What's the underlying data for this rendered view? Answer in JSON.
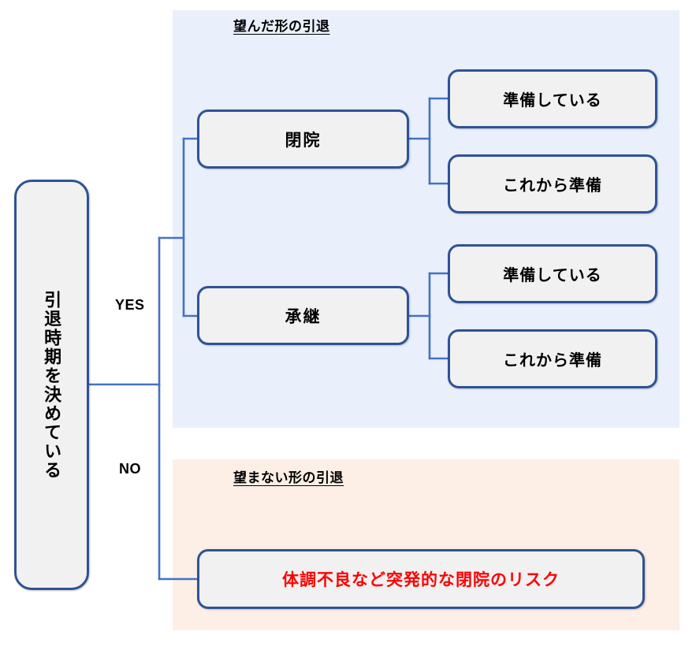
{
  "diagram": {
    "type": "decision-tree",
    "root": {
      "label": "引退時期を決めている",
      "orientation": "vertical-text"
    },
    "branches": [
      {
        "key": "yes",
        "label": "YES",
        "panel_title": "望んだ形の引退",
        "panel_color": "#e9f0fb"
      },
      {
        "key": "no",
        "label": "NO",
        "panel_title": "望まない形の引退",
        "panel_color": "#fdeee6"
      }
    ],
    "yes_nodes": [
      {
        "label": "閉院",
        "children": [
          {
            "label": "準備している"
          },
          {
            "label": "これから準備"
          }
        ]
      },
      {
        "label": "承継",
        "children": [
          {
            "label": "準備している"
          },
          {
            "label": "これから準備"
          }
        ]
      }
    ],
    "no_nodes": [
      {
        "label": "体調不良など突発的な閉院のリスク",
        "emphasis_color": "#ff0000"
      }
    ],
    "colors": {
      "box_border": "#2e5395",
      "box_fill": "#f1f1f1",
      "connector": "#4472c4",
      "risk_text": "#ff0000",
      "yes_panel": "#e9f0fb",
      "no_panel": "#fdeee6",
      "text": "#000000"
    }
  }
}
